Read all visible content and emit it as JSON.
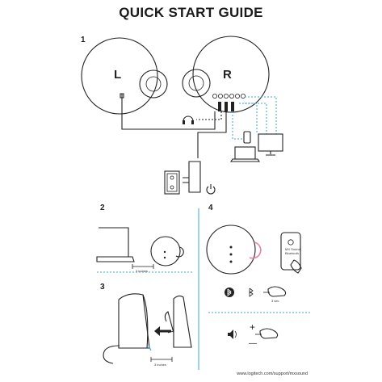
{
  "title": "QUICK START GUIDE",
  "steps": {
    "step1": "1",
    "step2": "2",
    "step3": "3",
    "step4": "4"
  },
  "speakers": {
    "left_label": "L",
    "right_label": "R"
  },
  "distances": {
    "step2": "3 inches",
    "step3": "3 inches"
  },
  "bluetooth": {
    "hold_time": "3 sec",
    "device_name_line1": "MX Sound",
    "device_name_line2": "Bluetooth"
  },
  "volume": {
    "plus": "+",
    "minus": "—"
  },
  "footer": {
    "url": "www.logitech.com/support/mxsound"
  },
  "colors": {
    "accent_cyan": "#3aa6d8",
    "accent_pink": "#ea7fa5",
    "line": "#222222"
  }
}
